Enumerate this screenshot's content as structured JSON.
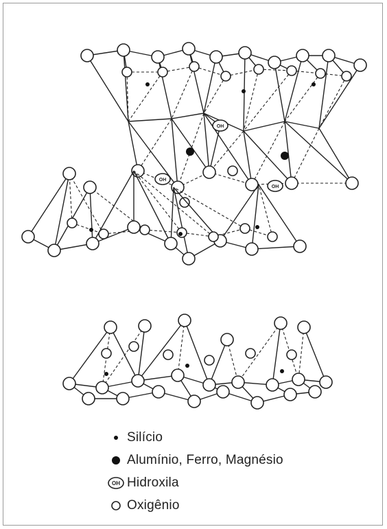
{
  "figure": {
    "colors": {
      "background": "#ffffff",
      "line": "#222222",
      "atom_fill": "#ffffff",
      "atom_stroke": "#222222",
      "cation": "#111111",
      "frame": "#9a9a9a"
    }
  },
  "legend": {
    "items": [
      {
        "symbol": "small-dot",
        "label": "Silício"
      },
      {
        "symbol": "large-dot",
        "label": "Alumínio, Ferro, Magnésio"
      },
      {
        "symbol": "oh-ellipse",
        "symbol_text": "OH",
        "label": "Hidroxila"
      },
      {
        "symbol": "open-circle",
        "label": "Oxigênio"
      }
    ]
  }
}
